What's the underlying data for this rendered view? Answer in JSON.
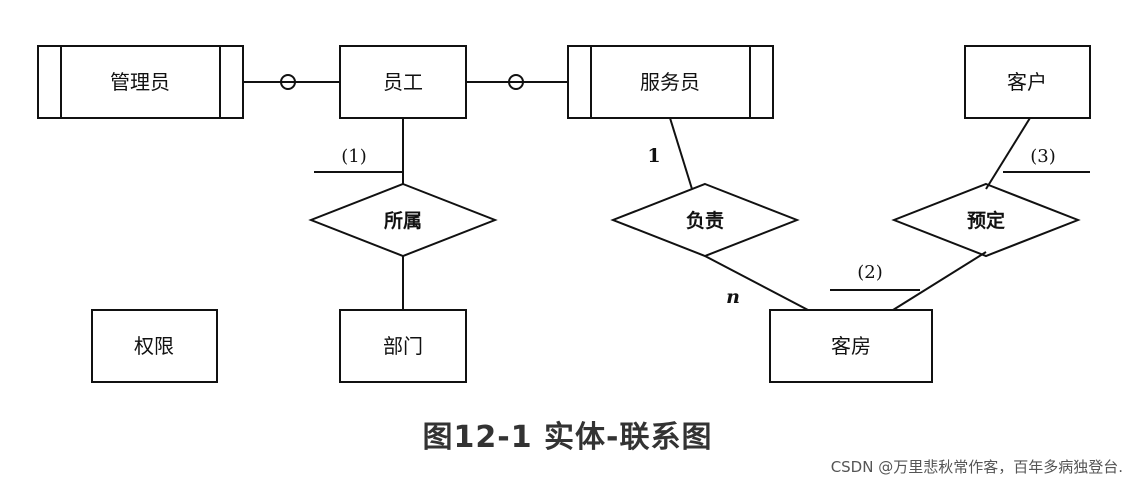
{
  "entities": {
    "admin": "管理员",
    "employee": "员工",
    "attendant": "服务员",
    "customer": "客户",
    "permission": "权限",
    "department": "部门",
    "room": "客房"
  },
  "relationships": {
    "belongs": "所属",
    "responsible": "负责",
    "reserve": "预定"
  },
  "cardinalities": {
    "c1": "(1)",
    "c2": "(2)",
    "c3": "(3)",
    "one": "1",
    "n": "n"
  },
  "caption": "图12-1  实体-联系图",
  "watermark": "CSDN @万里悲秋常作客，百年多病独登台."
}
